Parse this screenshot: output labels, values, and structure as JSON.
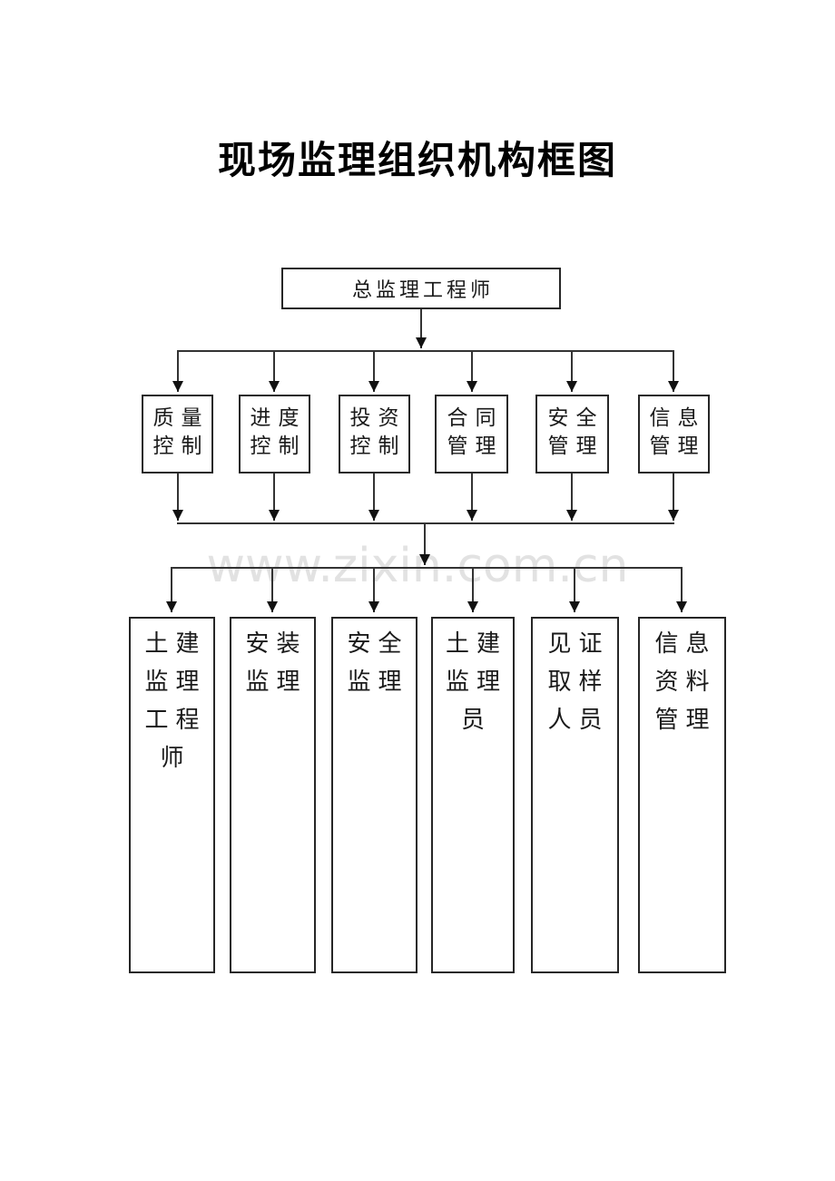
{
  "title": "现场监理组织机构框图",
  "watermark": {
    "text": "www.zixin.com.cn"
  },
  "top_box": {
    "label": "总监理工程师"
  },
  "middle_row": [
    {
      "name": "quality-control",
      "lines": [
        "质量",
        "控制"
      ]
    },
    {
      "name": "schedule-control",
      "lines": [
        "进度",
        "控制"
      ]
    },
    {
      "name": "investment-control",
      "lines": [
        "投资",
        "控制"
      ]
    },
    {
      "name": "contract-management",
      "lines": [
        "合同",
        "管理"
      ]
    },
    {
      "name": "safety-management",
      "lines": [
        "安全",
        "管理"
      ]
    },
    {
      "name": "information-management",
      "lines": [
        "信息",
        "管理"
      ]
    }
  ],
  "bottom_row": [
    {
      "name": "civil-supervision-engineer",
      "lines": [
        "土建",
        "监理",
        "工程",
        "师"
      ]
    },
    {
      "name": "installation-supervision",
      "lines": [
        "安装",
        "监理"
      ]
    },
    {
      "name": "safety-supervision",
      "lines": [
        "安全",
        "监理"
      ]
    },
    {
      "name": "civil-supervisor",
      "lines": [
        "土建",
        "监理",
        "员"
      ]
    },
    {
      "name": "witness-sampling-personnel",
      "lines": [
        "见证",
        "取样",
        "人员"
      ]
    },
    {
      "name": "information-data-management",
      "lines": [
        "信息",
        "资料",
        "管理"
      ]
    }
  ],
  "colors": {
    "line": "#333333",
    "arrow": "#111111",
    "box_border": "#262626",
    "text": "#1a1a1a",
    "watermark": "#e2e2e2",
    "background": "#ffffff"
  }
}
